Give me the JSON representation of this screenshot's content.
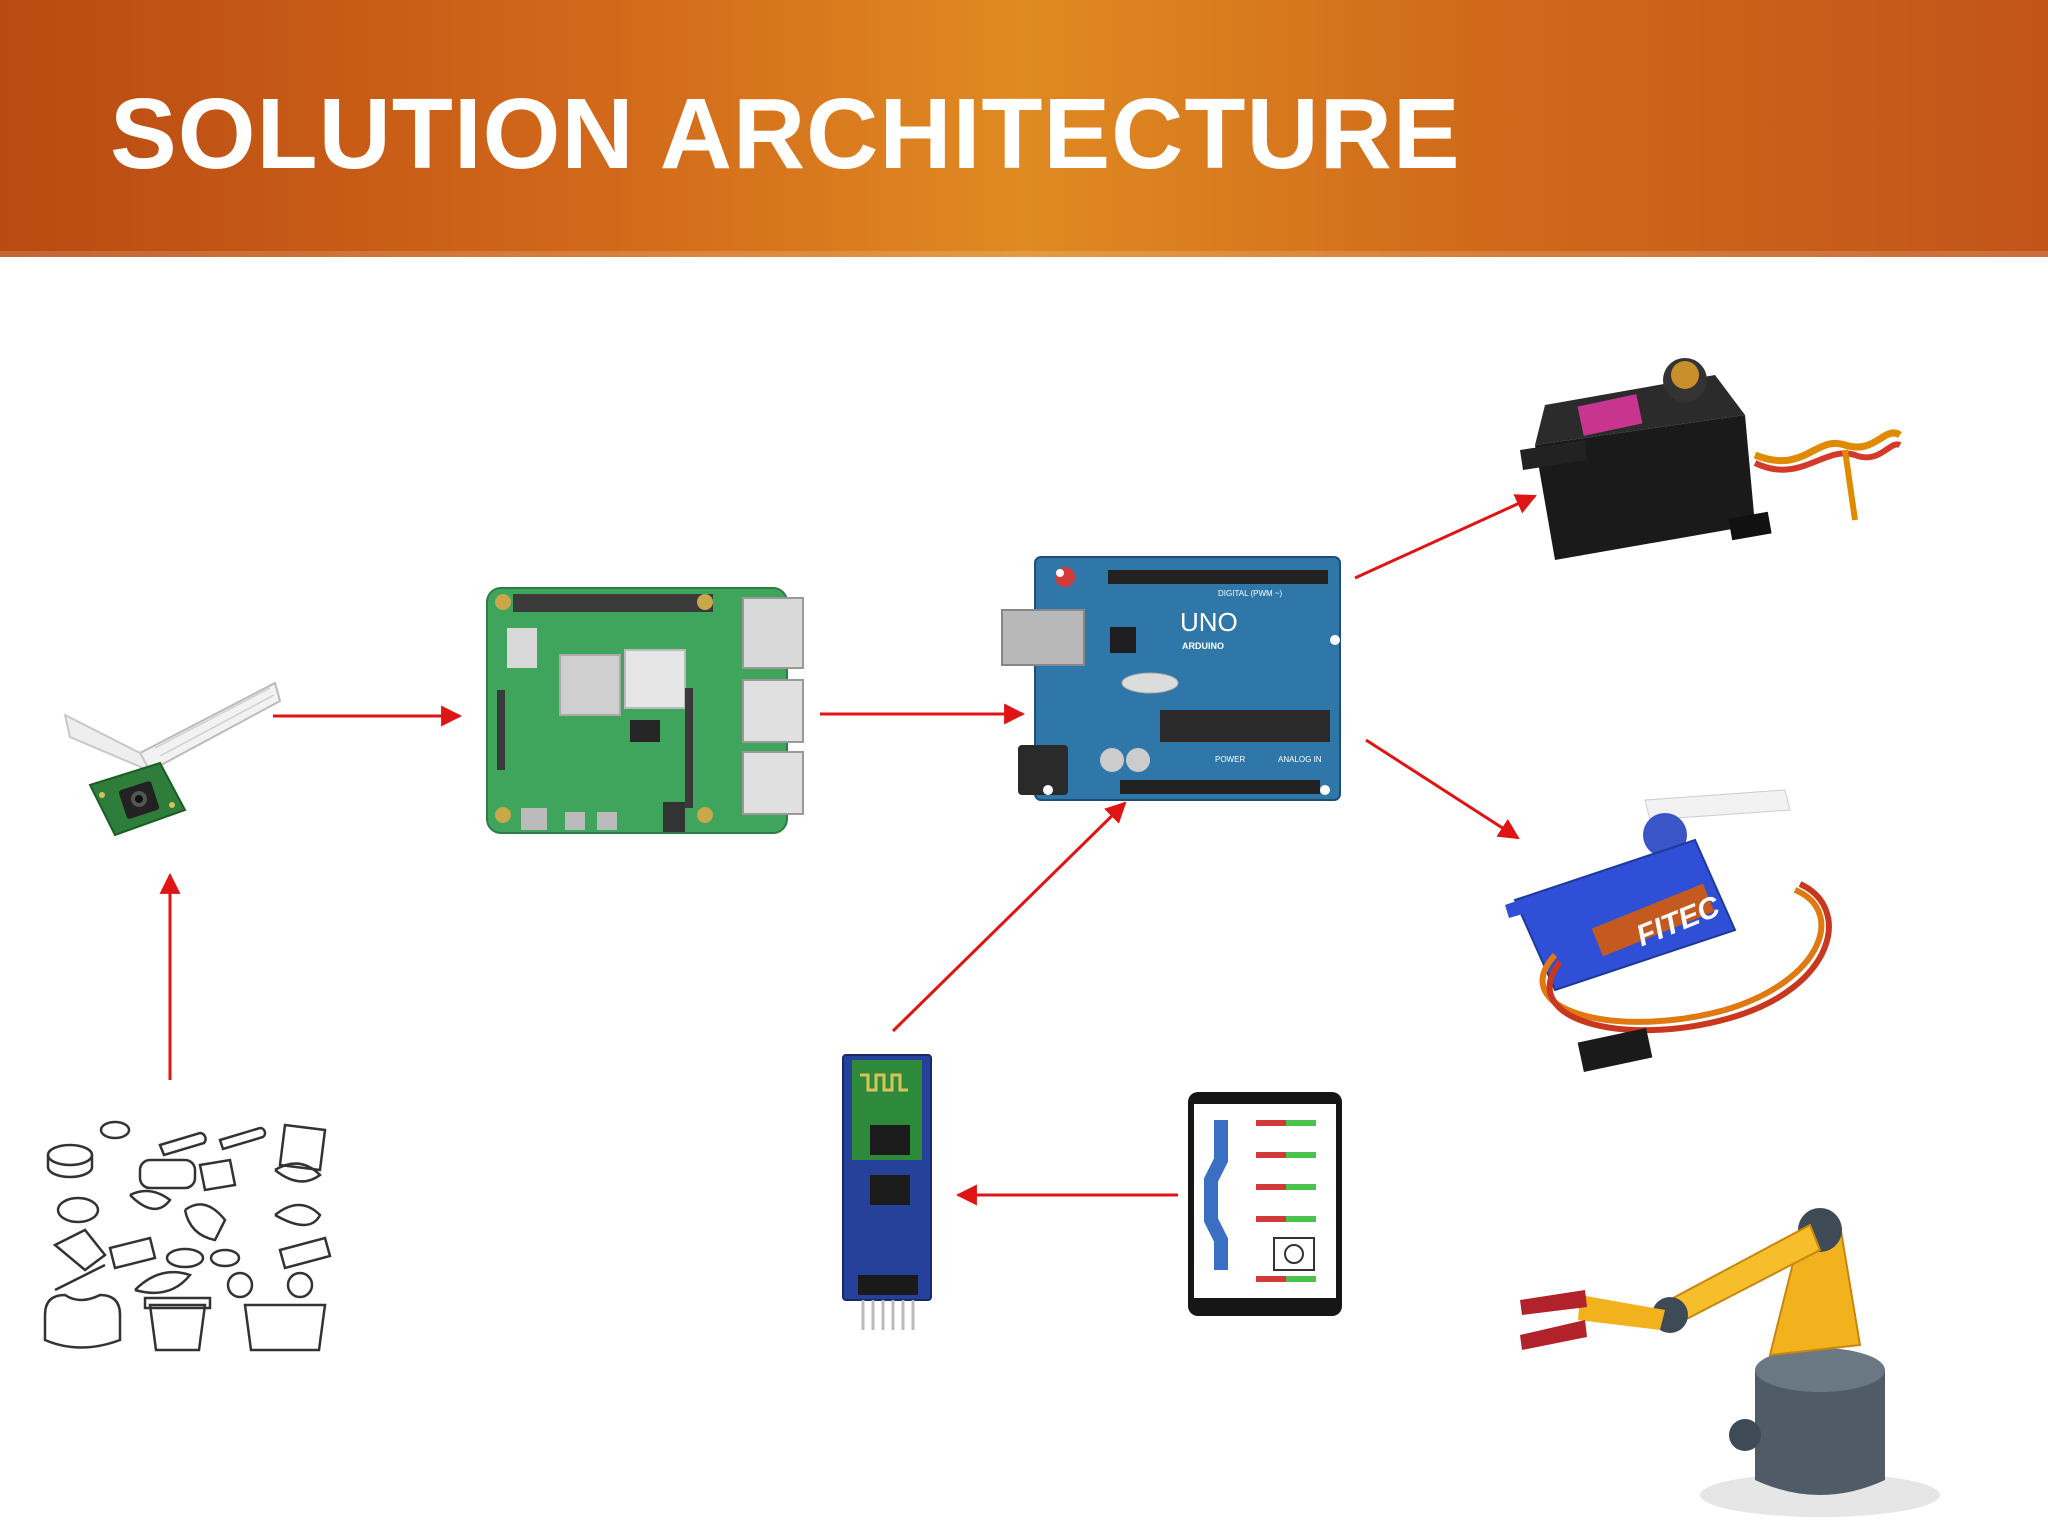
{
  "header": {
    "title": "SOLUTION ARCHITECTURE",
    "background_color": "#c55a16"
  },
  "diagram": {
    "arrow_color": "#e01414",
    "nodes": [
      {
        "id": "waste-items",
        "icon": "waste-items-sketch"
      },
      {
        "id": "camera-module",
        "icon": "raspberry-pi-camera-module"
      },
      {
        "id": "raspberry-pi",
        "icon": "raspberry-pi-board"
      },
      {
        "id": "arduino-uno",
        "icon": "arduino-uno-board",
        "board_text": [
          "UNO",
          "ARDUINO",
          "DIGITAL (PWM ~)",
          "POWER",
          "ANALOG IN"
        ]
      },
      {
        "id": "servo-large",
        "icon": "metal-gear-servo-motor"
      },
      {
        "id": "servo-small",
        "icon": "micro-servo-motor",
        "label_text": "FITEC"
      },
      {
        "id": "bluetooth-module",
        "icon": "bluetooth-module"
      },
      {
        "id": "phone-app",
        "icon": "smartphone-control-app"
      },
      {
        "id": "robotic-arm",
        "icon": "robotic-arm"
      }
    ],
    "edges": [
      {
        "from": "waste-items",
        "to": "camera-module"
      },
      {
        "from": "camera-module",
        "to": "raspberry-pi"
      },
      {
        "from": "raspberry-pi",
        "to": "arduino-uno"
      },
      {
        "from": "arduino-uno",
        "to": "servo-large"
      },
      {
        "from": "arduino-uno",
        "to": "servo-small"
      },
      {
        "from": "bluetooth-module",
        "to": "arduino-uno"
      },
      {
        "from": "phone-app",
        "to": "bluetooth-module"
      }
    ]
  }
}
